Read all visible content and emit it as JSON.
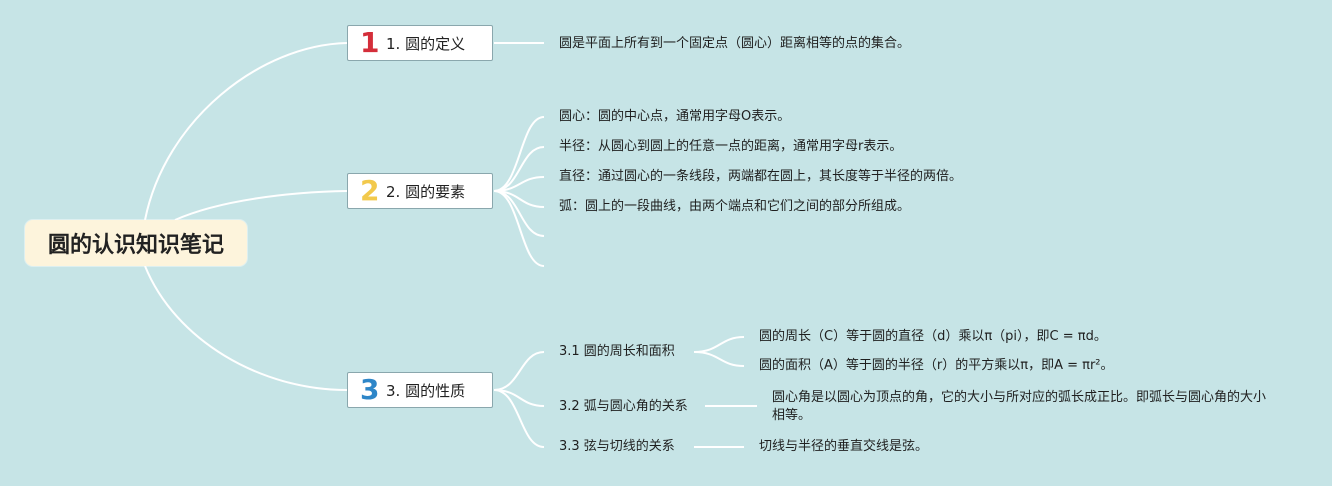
{
  "root": {
    "title": "圆的认识知识笔记"
  },
  "branches": [
    {
      "number": "1",
      "number_color": "#d42e3a",
      "label": "1. 圆的定义",
      "details": [
        "圆是平面上所有到一个固定点（圆心）距离相等的点的集合。"
      ]
    },
    {
      "number": "2",
      "number_color": "#f2c94c",
      "label": "2. 圆的要素",
      "details": [
        "圆心：圆的中心点，通常用字母O表示。",
        "半径：从圆心到圆上的任意一点的距离，通常用字母r表示。",
        "直径：通过圆心的一条线段，两端都在圆上，其长度等于半径的两倍。",
        "弧：圆上的一段曲线，由两个端点和它们之间的部分所组成。"
      ]
    },
    {
      "number": "3",
      "number_color": "#2e86c8",
      "label": "3. 圆的性质",
      "subtopics": [
        {
          "label": "3.1 圆的周长和面积",
          "details": [
            "圆的周长（C）等于圆的直径（d）乘以π（pi），即C = πd。",
            "圆的面积（A）等于圆的半径（r）的平方乘以π，即A = πr²。"
          ]
        },
        {
          "label": "3.2 弧与圆心角的关系",
          "details": [
            "圆心角是以圆心为顶点的角，它的大小与所对应的弧长成正比。即弧长与圆心角的大小相等。"
          ]
        },
        {
          "label": "3.3 弦与切线的关系",
          "details": [
            "切线与半径的垂直交线是弦。"
          ]
        }
      ]
    }
  ],
  "colors": {
    "background": "#c6e4e6",
    "connector": "#ffffff"
  }
}
